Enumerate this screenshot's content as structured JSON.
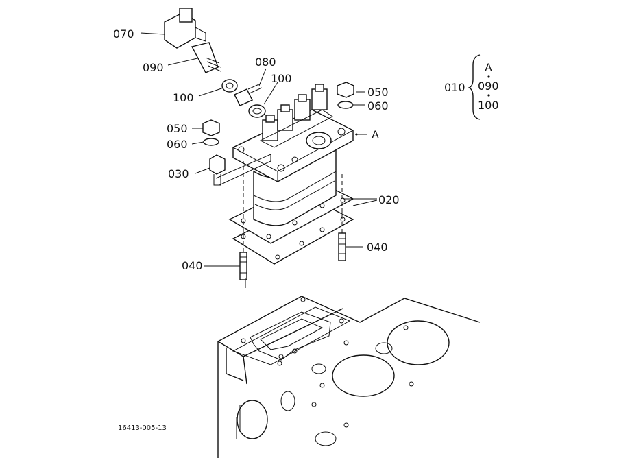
{
  "labels": {
    "p070": "070",
    "p090": "090",
    "p080": "080",
    "p100a": "100",
    "p100b": "100",
    "p050a": "050",
    "p060a": "060",
    "p050b": "050",
    "p060b": "060",
    "pA": "A",
    "p030": "030",
    "p020": "020",
    "p040a": "040",
    "p040b": "040"
  },
  "legend": {
    "part": "010",
    "items": [
      "A",
      "090",
      "100"
    ]
  },
  "doc_number": "16413-005-13"
}
